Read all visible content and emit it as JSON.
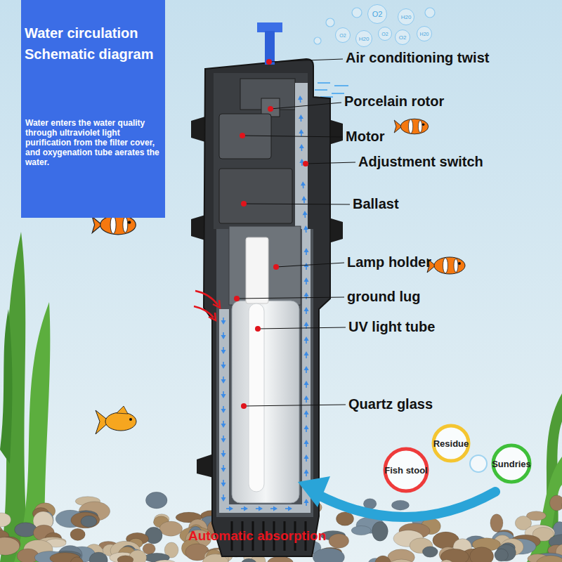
{
  "diagram": {
    "nodes": [
      {
        "text": [
          "Water circulation Schematic diagram",
          "Water enters the water quality through ultraviolet light purification from the filter cover, and oxygenation tube aerates the water."
        ]
      },
      {
        "text": [
          "Residue"
        ]
      },
      {
        "text": [
          "Fish stool"
        ]
      },
      {
        "text": [
          "Sundries"
        ]
      }
    ],
    "labels": [
      "Air conditioning twist",
      "Porcelain rotor",
      "Motor",
      "Adjustment switch",
      "Ballast",
      "Lamp holder",
      "ground lug",
      "UV light tube",
      "Quartz glass",
      "Automatic absorption",
      "O2",
      "H20",
      "O2",
      "H20",
      "O2",
      "O2",
      "H20"
    ]
  }
}
